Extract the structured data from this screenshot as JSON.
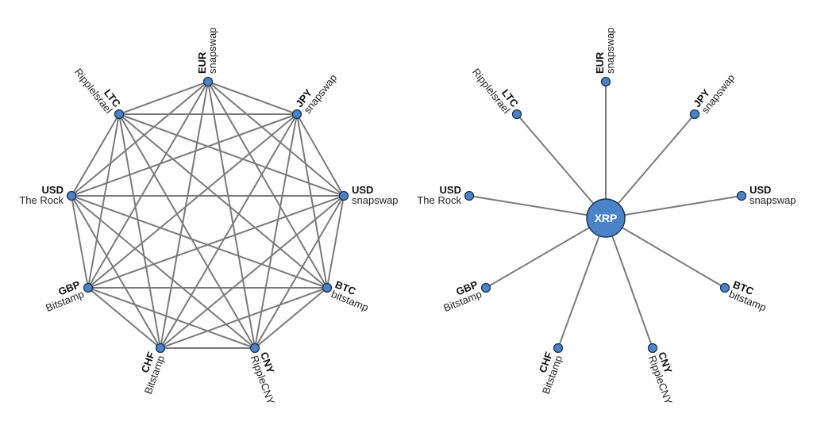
{
  "nodes": [
    {
      "code": "EUR",
      "exchange": "snapswap"
    },
    {
      "code": "JPY",
      "exchange": "snapswap"
    },
    {
      "code": "USD",
      "exchange": "snapswap"
    },
    {
      "code": "BTC",
      "exchange": "bitstamp"
    },
    {
      "code": "CNY",
      "exchange": "RippleCNY"
    },
    {
      "code": "CHF",
      "exchange": "Bitstamp"
    },
    {
      "code": "GBP",
      "exchange": "Bitstamp"
    },
    {
      "code": "USD",
      "exchange": "The Rock"
    },
    {
      "code": "LTC",
      "exchange": "Ripplelsrael"
    }
  ],
  "hub": {
    "label": "XRP"
  },
  "colors": {
    "node_fill": "#4a83c7",
    "node_stroke": "#1f3550",
    "edge": "#7a7a7a"
  }
}
